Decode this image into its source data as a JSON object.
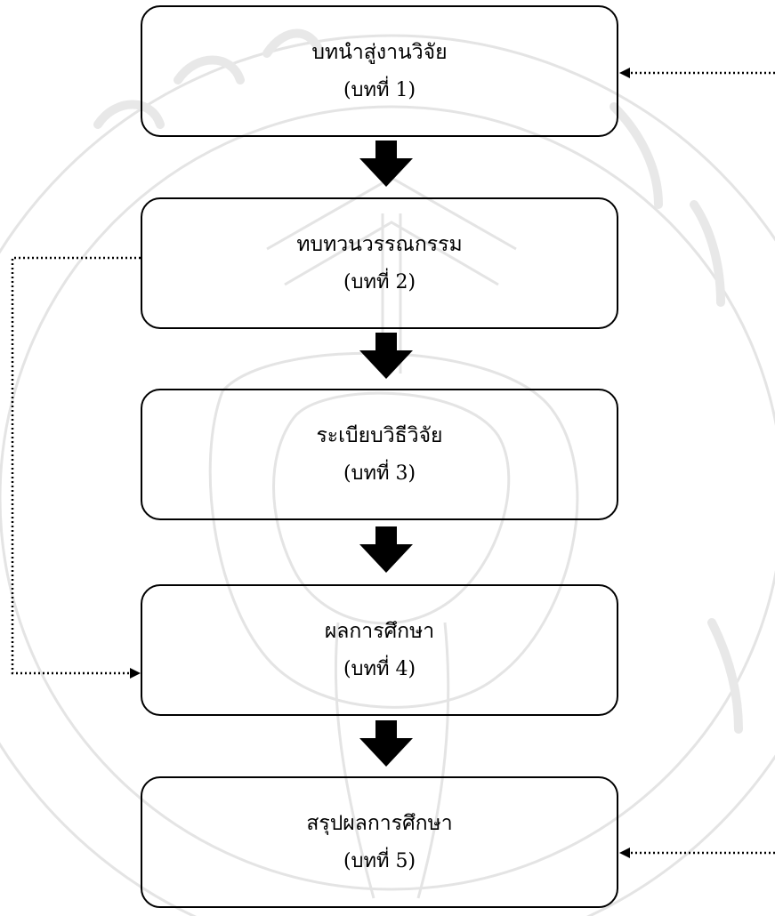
{
  "boxes": [
    {
      "title": "บทนำสู่งานวิจัย",
      "subtitle": "(บทที่ 1)"
    },
    {
      "title": "ทบทวนวรรณกรรม",
      "subtitle": "(บทที่ 2)"
    },
    {
      "title": "ระเบียบวิธีวิจัย",
      "subtitle": "(บทที่ 3)"
    },
    {
      "title": "ผลการศึกษา",
      "subtitle": "(บทที่ 4)"
    },
    {
      "title": "สรุปผลการศึกษา",
      "subtitle": "(บทที่ 5)"
    }
  ],
  "colors": {
    "line": "#000000",
    "watermark": "#e6e6e6"
  }
}
